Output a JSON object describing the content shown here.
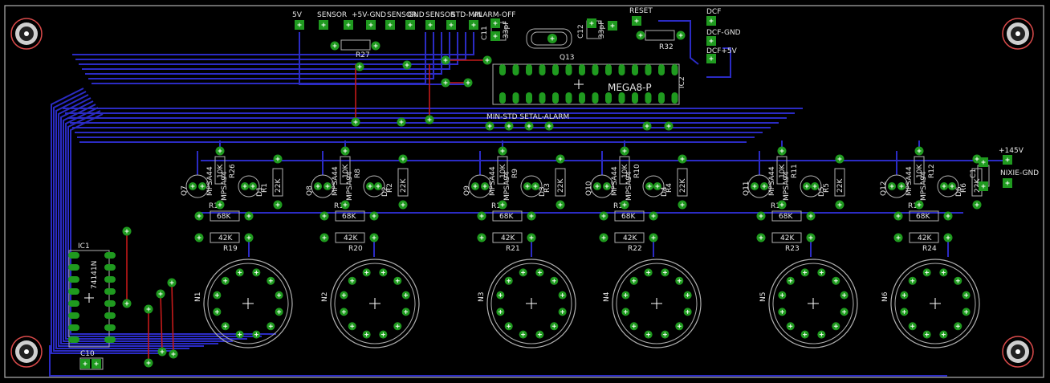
{
  "colors": {
    "background": "#000000",
    "trace": "#2b2bc4",
    "trace_red": "#c41a1a",
    "pad": "#1f9a1f",
    "silk": "#e6e6e6",
    "outline": "#b0b0b0",
    "mount_hole": "#d94a4a"
  },
  "labels": {
    "top_connector": [
      "5V",
      "SENSOR",
      "+5V-GND",
      "SENSOR",
      "GND",
      "SENSOR",
      "STD-MIN",
      "ALARM-OFF"
    ],
    "reset": "RESET",
    "dcf": "DCF",
    "dcf_gnd": "DCF-GND",
    "dcf_5v": "DCF+5V",
    "c11": "C11",
    "c11_val": "33pF",
    "c12": "C12",
    "c12_val": "33pF",
    "r27": "R27",
    "r32": "R32",
    "q13": "Q13",
    "mega": "MEGA8-P",
    "ic2": "IC2",
    "buttons": "MIN-STD SETAL-ALARM",
    "plus145": "+145V",
    "c1": "C1",
    "nixie_gnd": "NIXIE-GND",
    "ic1": "IC1",
    "ic1_val": "74141N",
    "c10": "C10",
    "transistor_val": "MPSA44",
    "transistor_val_b": "MPSA94",
    "r_top_val": "10K",
    "r_mid_val": "22K",
    "r_bias_val": "68K",
    "r_low_val": "42K"
  },
  "channels": [
    {
      "q": "Q7",
      "r_top": "R26",
      "r_mid": "R1",
      "d": "D1",
      "r_a": "R13",
      "r_b": "R19",
      "tube": "N1"
    },
    {
      "q": "Q8",
      "r_top": "R8",
      "r_mid": "R2",
      "d": "D2",
      "r_a": "R14",
      "r_b": "R20",
      "tube": "N2"
    },
    {
      "q": "Q9",
      "r_top": "R9",
      "r_mid": "R3",
      "d": "D3",
      "r_a": "R15",
      "r_b": "R21",
      "tube": "N3"
    },
    {
      "q": "Q10",
      "r_top": "R10",
      "r_mid": "R4",
      "d": "D4",
      "r_a": "R16",
      "r_b": "R22",
      "tube": "N4"
    },
    {
      "q": "Q11",
      "r_top": "R11",
      "r_mid": "R5",
      "d": "D5",
      "r_a": "R17",
      "r_b": "R23",
      "tube": "N5"
    },
    {
      "q": "Q12",
      "r_top": "R12",
      "r_mid": "R6",
      "d": "D6",
      "r_a": "R18",
      "r_b": "R24",
      "tube": "N6"
    }
  ]
}
